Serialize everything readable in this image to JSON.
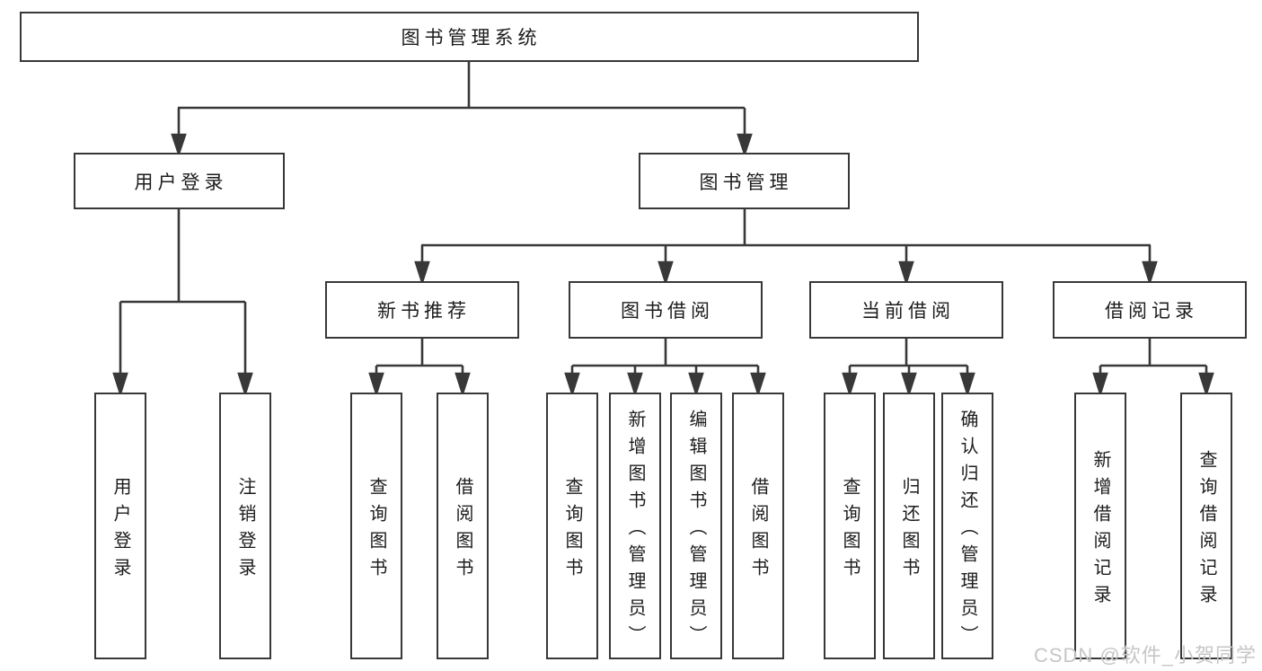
{
  "diagram": {
    "type": "hierarchy",
    "root": {
      "label": "图书管理系统"
    },
    "level1": [
      {
        "label": "用户登录",
        "parent": "图书管理系统"
      },
      {
        "label": "图书管理",
        "parent": "图书管理系统"
      }
    ],
    "level2": [
      {
        "label": "新书推荐",
        "parent": "图书管理"
      },
      {
        "label": "图书借阅",
        "parent": "图书管理"
      },
      {
        "label": "当前借阅",
        "parent": "图书管理"
      },
      {
        "label": "借阅记录",
        "parent": "图书管理"
      }
    ],
    "leaves": [
      {
        "label": "用户登录",
        "parent": "用户登录"
      },
      {
        "label": "注销登录",
        "parent": "用户登录"
      },
      {
        "label": "查询图书",
        "parent": "新书推荐"
      },
      {
        "label": "借阅图书",
        "parent": "新书推荐"
      },
      {
        "label": "查询图书",
        "parent": "图书借阅"
      },
      {
        "label": "新增图书（管理员）",
        "parent": "图书借阅"
      },
      {
        "label": "编辑图书（管理员）",
        "parent": "图书借阅"
      },
      {
        "label": "借阅图书",
        "parent": "图书借阅"
      },
      {
        "label": "查询图书",
        "parent": "当前借阅"
      },
      {
        "label": "归还图书",
        "parent": "当前借阅"
      },
      {
        "label": "确认归还（管理员）",
        "parent": "当前借阅"
      },
      {
        "label": "新增借阅记录",
        "parent": "借阅记录"
      },
      {
        "label": "查询借阅记录",
        "parent": "借阅记录"
      }
    ],
    "colors": {
      "line": "#383838",
      "box_border": "#383838",
      "text": "#1c1c1c",
      "background": "#ffffff"
    }
  },
  "watermark": {
    "text": "CSDN @软件_小贺同学",
    "color": "#c6c6c6"
  }
}
